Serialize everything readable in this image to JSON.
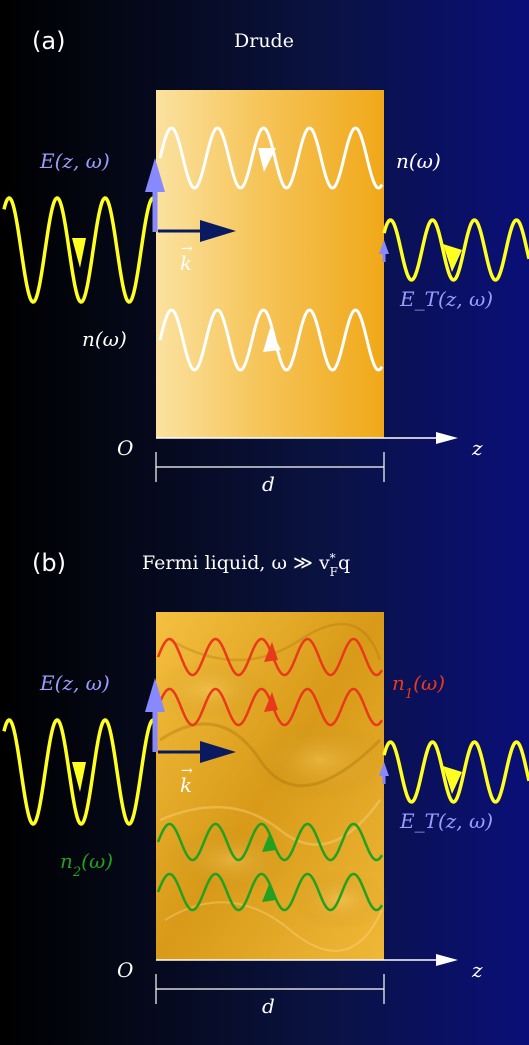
{
  "panel_a": {
    "tag": "(a)",
    "title": "Drude",
    "incident_field": "E(z, ω)",
    "wavevector": "k",
    "index_top": "n(ω)",
    "index_bottom": "n(ω)",
    "transmitted_field": "E_T(z, ω)",
    "transmitted_sub": "T",
    "origin": "O",
    "axis": "z",
    "thickness": "d"
  },
  "panel_b": {
    "tag": "(b)",
    "title": "Fermi liquid, ω ≫ v",
    "title_sup": "*",
    "title_sub": "F",
    "title_tail": "q",
    "incident_field": "E(z, ω)",
    "wavevector": "k",
    "index_1": "n",
    "index_1_sub": "1",
    "index_1_tail": "(ω)",
    "index_2": "n",
    "index_2_sub": "2",
    "index_2_tail": "(ω)",
    "transmitted_field": "E_T(z, ω)",
    "transmitted_sub": "T",
    "origin": "O",
    "axis": "z",
    "thickness": "d"
  },
  "colors": {
    "incident_wave": "#ffff22",
    "field_arrow": "#8888ff",
    "wavevector_arrow": "#0a1a60",
    "drude_wave": "#ffffff",
    "mode1_wave": "#e83a1a",
    "mode2_wave": "#22a020",
    "mode1_label": "#e83a1a",
    "mode2_label": "#22a020",
    "field_label": "#9c9cff"
  }
}
